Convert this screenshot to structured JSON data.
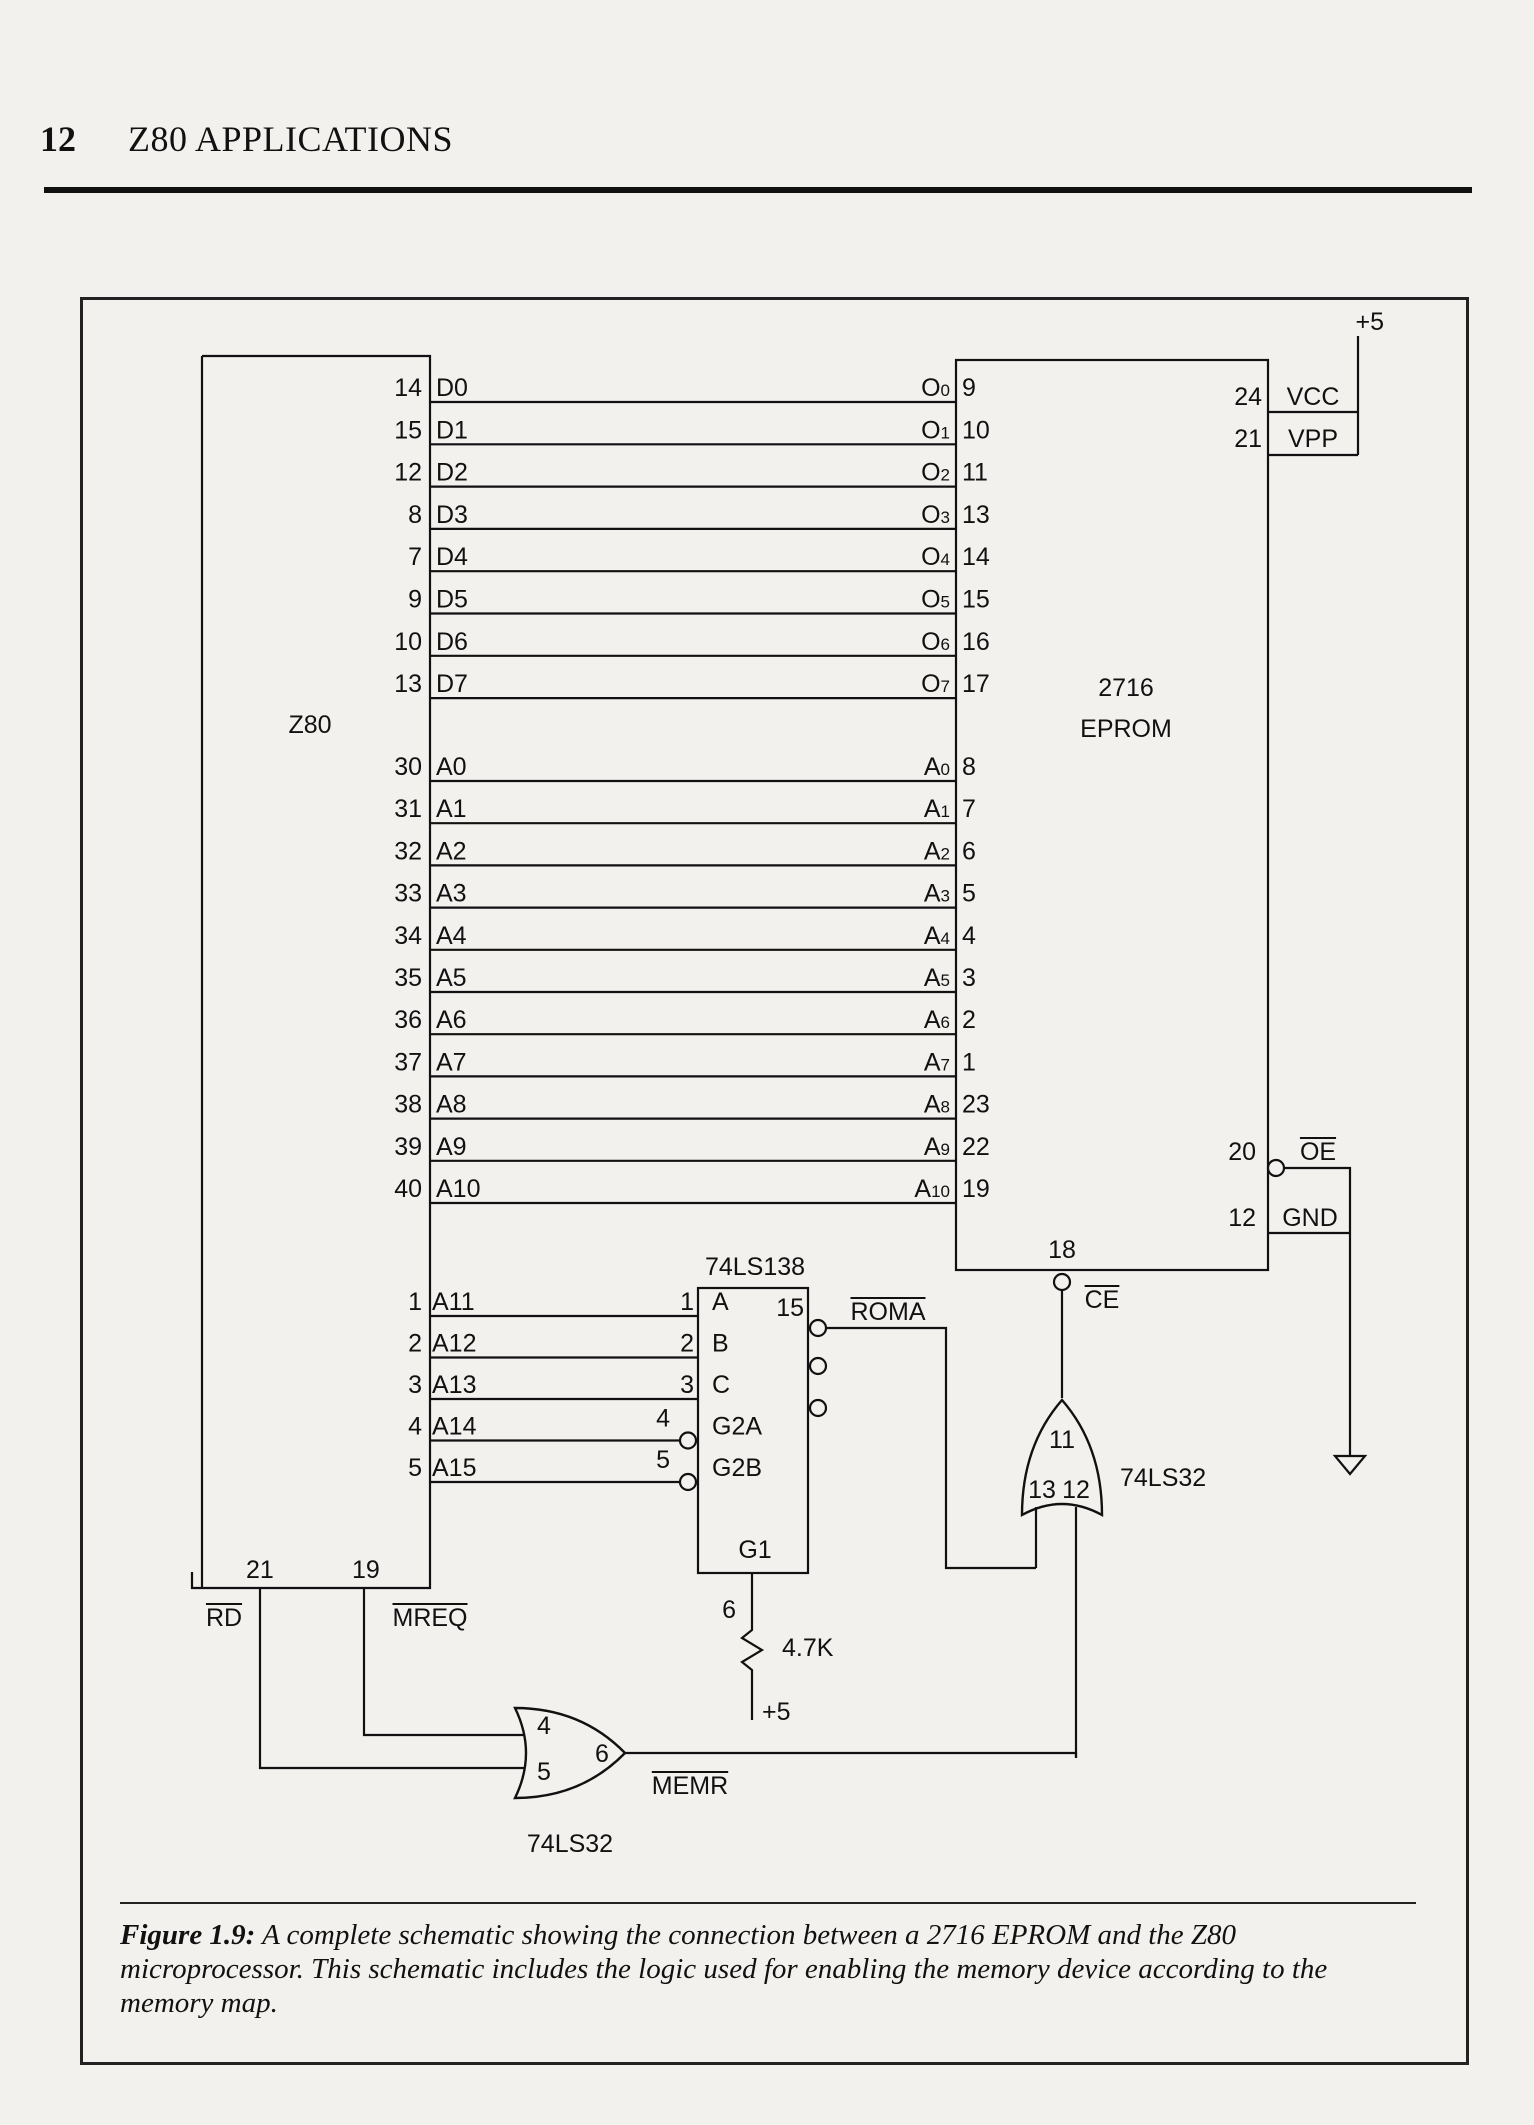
{
  "header": {
    "page_number": "12",
    "title": "Z80 APPLICATIONS"
  },
  "schematic": {
    "supply_top": "+5",
    "z80": {
      "label": "Z80",
      "data_pins": [
        {
          "num": "14",
          "name": "D0"
        },
        {
          "num": "15",
          "name": "D1"
        },
        {
          "num": "12",
          "name": "D2"
        },
        {
          "num": "8",
          "name": "D3"
        },
        {
          "num": "7",
          "name": "D4"
        },
        {
          "num": "9",
          "name": "D5"
        },
        {
          "num": "10",
          "name": "D6"
        },
        {
          "num": "13",
          "name": "D7"
        }
      ],
      "addr_pins": [
        {
          "num": "30",
          "name": "A0"
        },
        {
          "num": "31",
          "name": "A1"
        },
        {
          "num": "32",
          "name": "A2"
        },
        {
          "num": "33",
          "name": "A3"
        },
        {
          "num": "34",
          "name": "A4"
        },
        {
          "num": "35",
          "name": "A5"
        },
        {
          "num": "36",
          "name": "A6"
        },
        {
          "num": "37",
          "name": "A7"
        },
        {
          "num": "38",
          "name": "A8"
        },
        {
          "num": "39",
          "name": "A9"
        },
        {
          "num": "40",
          "name": "A10"
        }
      ],
      "high_addr_pins": [
        {
          "num": "1",
          "name": "A11"
        },
        {
          "num": "2",
          "name": "A12"
        },
        {
          "num": "3",
          "name": "A13"
        },
        {
          "num": "4",
          "name": "A14"
        },
        {
          "num": "5",
          "name": "A15"
        }
      ],
      "rd_pin": "21",
      "rd_label": "RD",
      "mreq_pin": "19",
      "mreq_label": "MREQ"
    },
    "eprom": {
      "part": "2716",
      "label": "EPROM",
      "data_pins": [
        {
          "sym": "O",
          "sub": "0",
          "num": "9"
        },
        {
          "sym": "O",
          "sub": "1",
          "num": "10"
        },
        {
          "sym": "O",
          "sub": "2",
          "num": "11"
        },
        {
          "sym": "O",
          "sub": "3",
          "num": "13"
        },
        {
          "sym": "O",
          "sub": "4",
          "num": "14"
        },
        {
          "sym": "O",
          "sub": "5",
          "num": "15"
        },
        {
          "sym": "O",
          "sub": "6",
          "num": "16"
        },
        {
          "sym": "O",
          "sub": "7",
          "num": "17"
        }
      ],
      "addr_pins": [
        {
          "sym": "A",
          "sub": "0",
          "num": "8"
        },
        {
          "sym": "A",
          "sub": "1",
          "num": "7"
        },
        {
          "sym": "A",
          "sub": "2",
          "num": "6"
        },
        {
          "sym": "A",
          "sub": "3",
          "num": "5"
        },
        {
          "sym": "A",
          "sub": "4",
          "num": "4"
        },
        {
          "sym": "A",
          "sub": "5",
          "num": "3"
        },
        {
          "sym": "A",
          "sub": "6",
          "num": "2"
        },
        {
          "sym": "A",
          "sub": "7",
          "num": "1"
        },
        {
          "sym": "A",
          "sub": "8",
          "num": "23"
        },
        {
          "sym": "A",
          "sub": "9",
          "num": "22"
        },
        {
          "sym": "A",
          "sub": "10",
          "num": "19"
        }
      ],
      "vcc_pin": "24",
      "vcc_label": "VCC",
      "vpp_pin": "21",
      "vpp_label": "VPP",
      "oe_pin": "20",
      "oe_label": "OE",
      "gnd_pin": "12",
      "gnd_label": "GND",
      "ce_pin": "18",
      "ce_label": "CE"
    },
    "decoder": {
      "part": "74LS138",
      "inputs": [
        {
          "num": "1",
          "name": "A"
        },
        {
          "num": "2",
          "name": "B"
        },
        {
          "num": "3",
          "name": "C"
        },
        {
          "num": "4",
          "name": "G2A"
        },
        {
          "num": "5",
          "name": "G2B"
        }
      ],
      "g1_label": "G1",
      "g1_pin": "6",
      "out_pin": "15",
      "out_label": "ROMA"
    },
    "resistor": {
      "value": "4.7K",
      "supply": "+5"
    },
    "gate_ce": {
      "part": "74LS32",
      "out_pin": "11",
      "in1_pin": "13",
      "in2_pin": "12"
    },
    "gate_memr": {
      "part": "74LS32",
      "in1_pin": "4",
      "in2_pin": "5",
      "out_pin": "6",
      "out_label": "MEMR"
    }
  },
  "caption": {
    "figure": "Figure 1.9:",
    "text": "A complete schematic showing the connection between a 2716 EPROM and the Z80 microprocessor. This schematic includes the logic used for enabling the memory device according to the memory map."
  }
}
